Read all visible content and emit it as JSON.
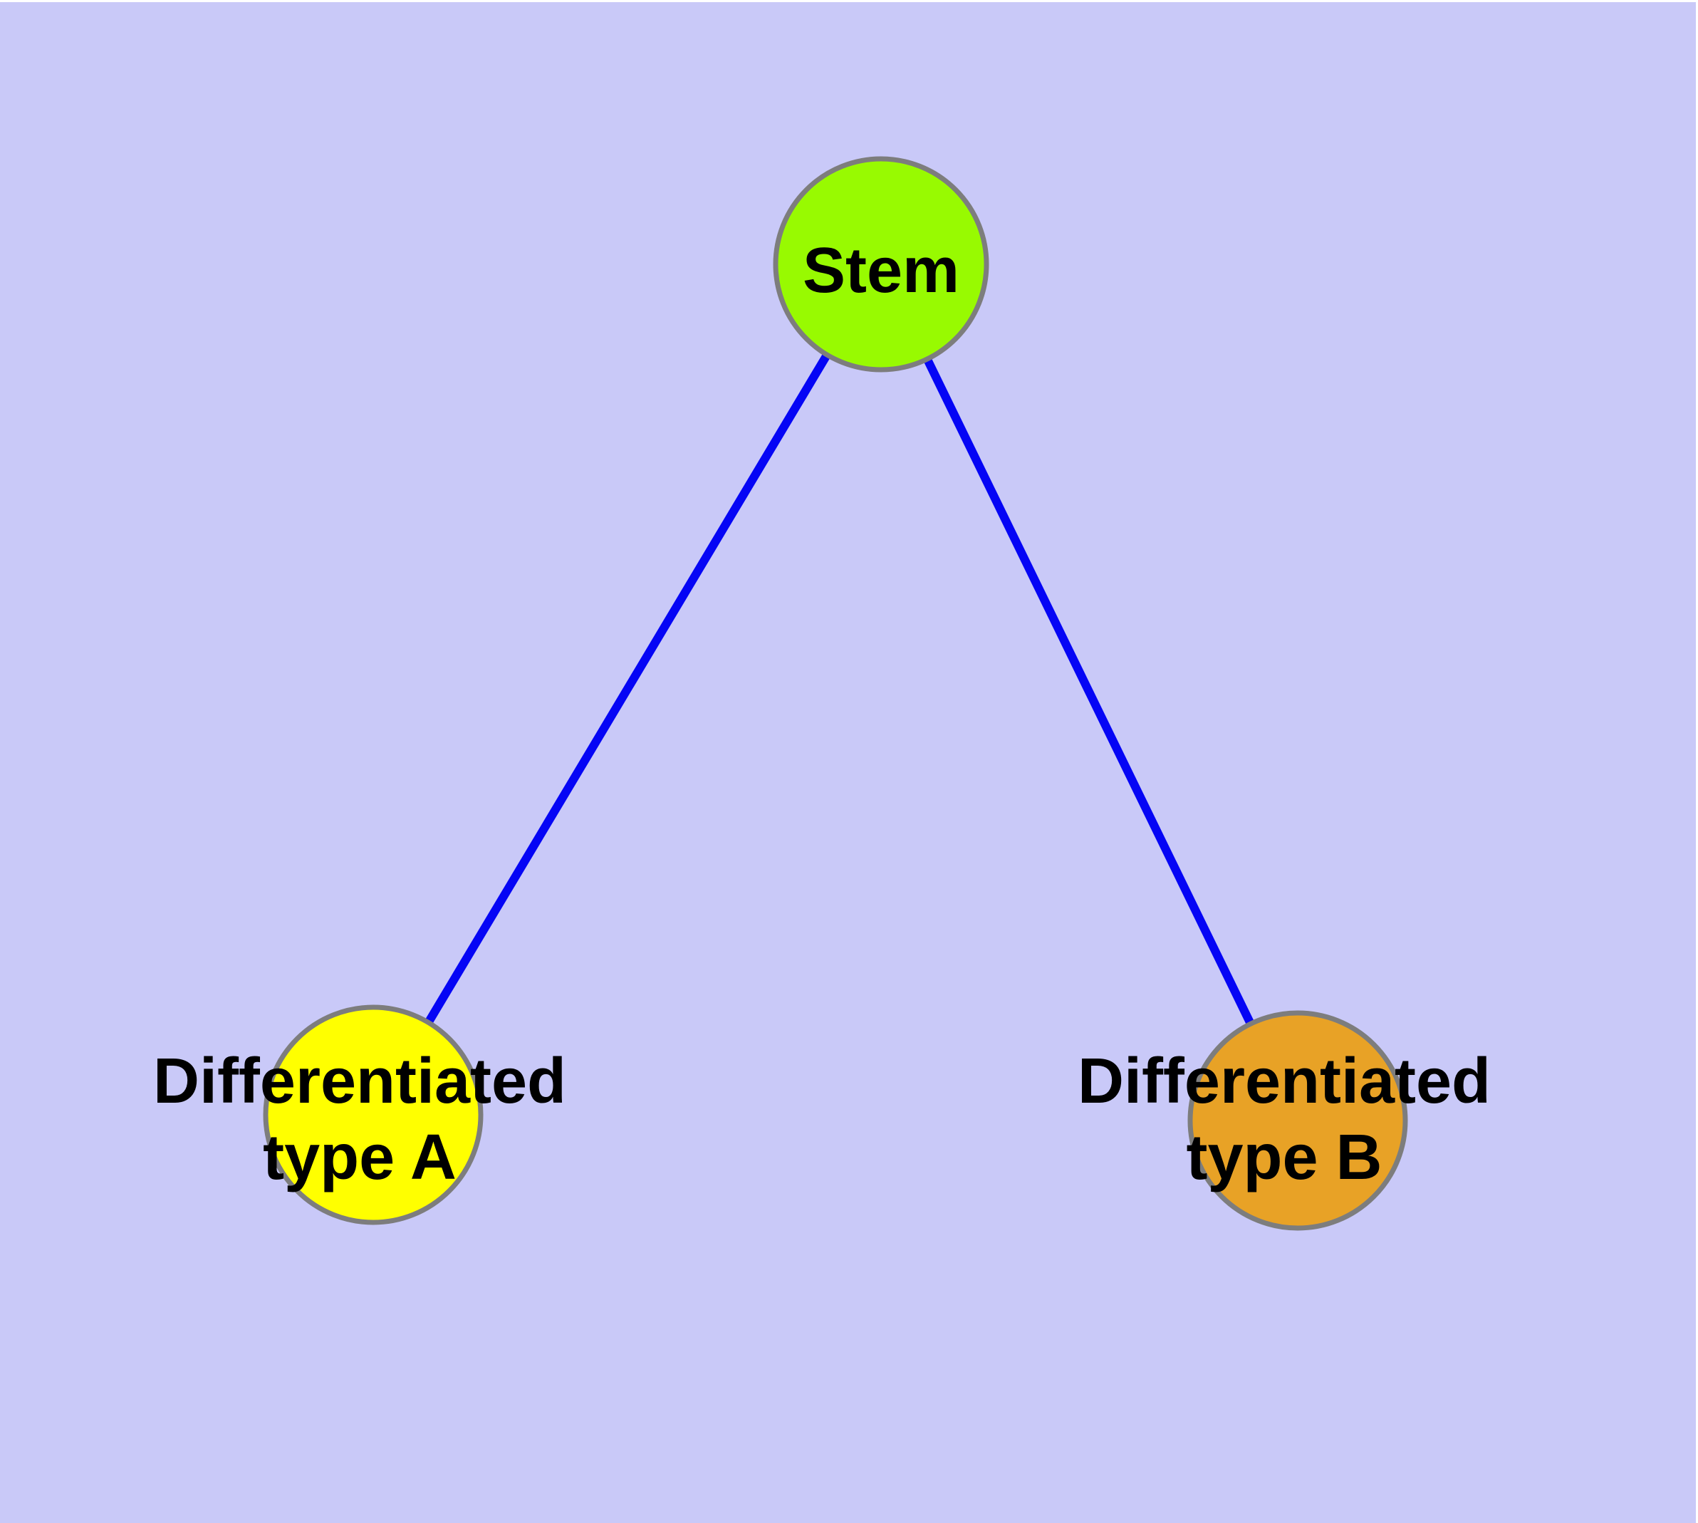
{
  "diagram": {
    "type": "node-link-graph",
    "background_color": "#c9c9f8",
    "page_margin_color": "#ffffff",
    "edge_color": "#0505f5",
    "node_border_color": "#7d7d7d",
    "label_color": "#000000",
    "nodes": {
      "stem": {
        "label": "Stem",
        "fill": "#98fa01"
      },
      "type_a": {
        "label_line1": "Differentiated",
        "label_line2": "type A",
        "label_full": "Differentiated type A",
        "fill": "#ffff00"
      },
      "type_b": {
        "label_line1": "Differentiated",
        "label_line2": "type B",
        "label_full": "Differentiated type B",
        "fill": "#e8a226"
      }
    },
    "edges": [
      {
        "from": "Stem",
        "to": "Differentiated type A"
      },
      {
        "from": "Stem",
        "to": "Differentiated type B"
      }
    ]
  }
}
